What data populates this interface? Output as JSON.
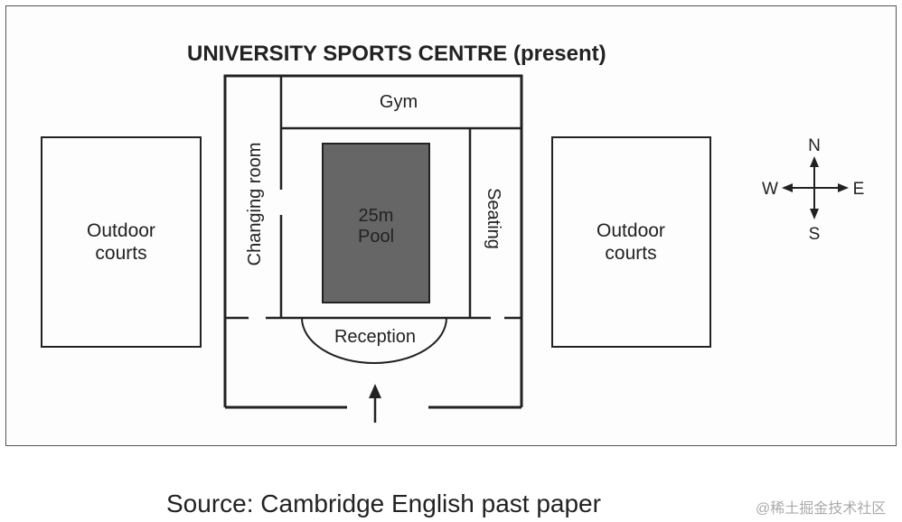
{
  "title": "UNIVERSITY SPORTS CENTRE (present)",
  "rooms": {
    "gym": "Gym",
    "changing_room": "Changing room",
    "pool_line1": "25m",
    "pool_line2": "Pool",
    "seating": "Seating",
    "reception": "Reception"
  },
  "outdoor_left": {
    "line1": "Outdoor",
    "line2": "courts"
  },
  "outdoor_right": {
    "line1": "Outdoor",
    "line2": "courts"
  },
  "compass": {
    "n": "N",
    "s": "S",
    "e": "E",
    "w": "W"
  },
  "source": "Source: Cambridge English past paper",
  "watermark": "@稀土掘金技术社区"
}
